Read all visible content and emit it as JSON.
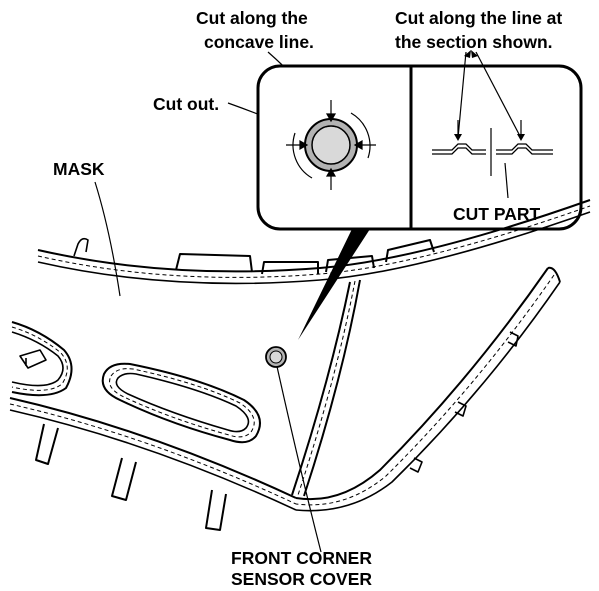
{
  "labels": {
    "cut_concave_line_1": "Cut along the",
    "cut_concave_line_2": "concave line.",
    "cut_section_line_1": "Cut along the line at",
    "cut_section_line_2": "the section shown.",
    "cut_out": "Cut out.",
    "mask": "MASK",
    "cut_part": "CUT PART",
    "front_corner_line_1": "FRONT CORNER",
    "front_corner_line_2": "SENSOR COVER"
  },
  "colors": {
    "line": "#000000",
    "background": "#ffffff",
    "sensor_fill": "#b3b3b3",
    "sensor_inner": "#d9d9d9"
  }
}
